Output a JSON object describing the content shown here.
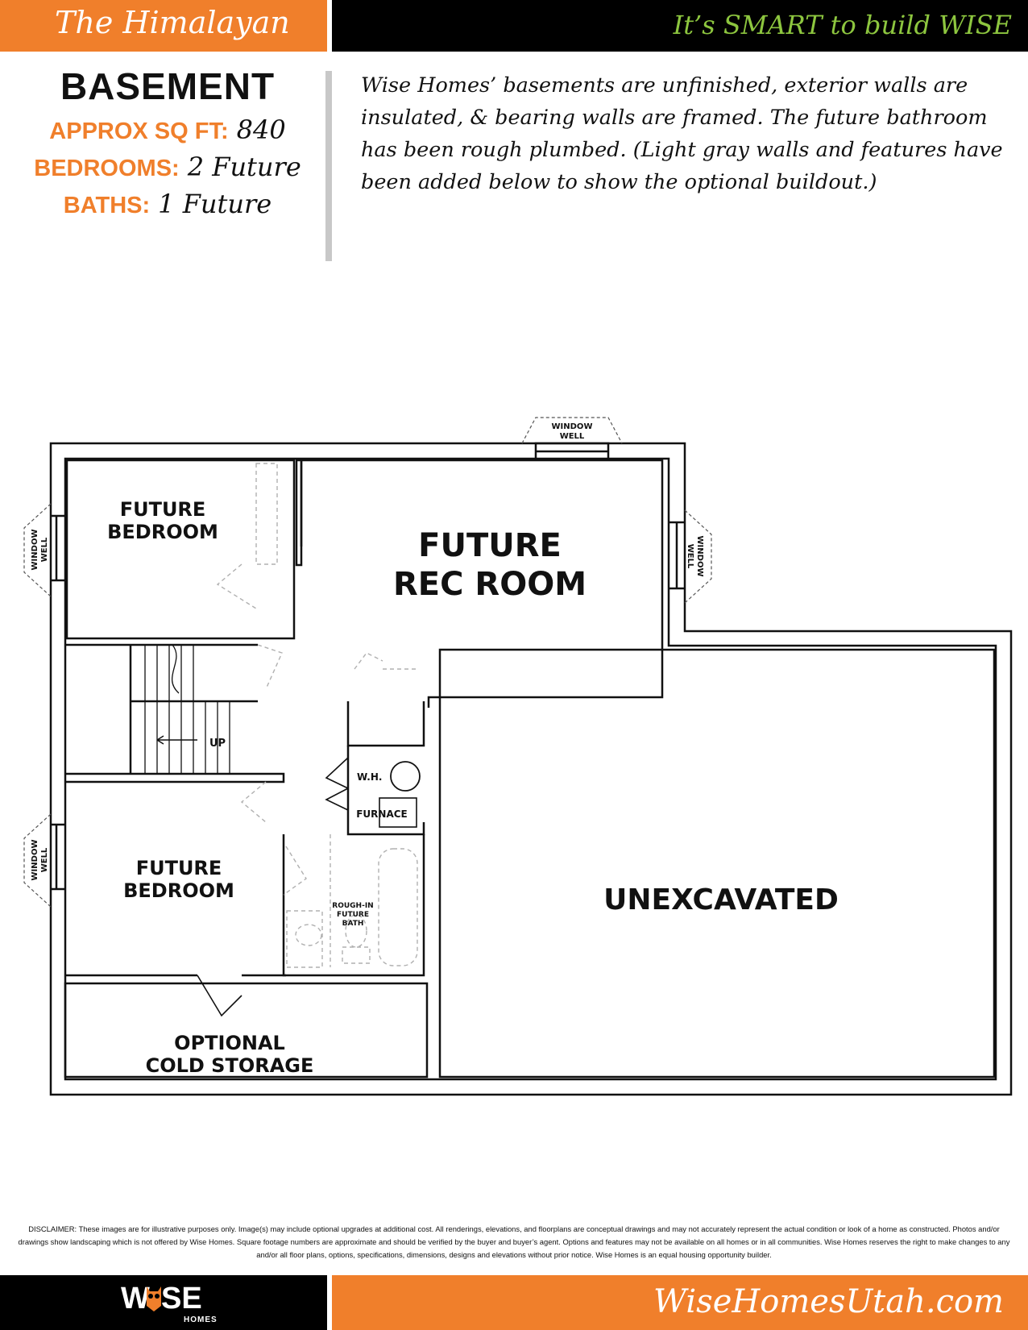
{
  "header": {
    "plan_title": "The Himalayan",
    "tagline": "It’s SMART to build WISE"
  },
  "level": "BASEMENT",
  "stats": [
    {
      "label": "APPROX SQ FT:",
      "value": "840"
    },
    {
      "label": "BEDROOMS:",
      "value": "2 Future"
    },
    {
      "label": "BATHS:",
      "value": "1 Future"
    }
  ],
  "description": "Wise Homes’ basements are unfinished, exterior walls are insulated, & bearing walls are framed. The future bathroom has been rough plumbed. (Light gray walls and features have been added below to show the optional buildout.)",
  "floorplan": {
    "rooms": {
      "bedroom_top": [
        "FUTURE",
        "BEDROOM"
      ],
      "rec_room": [
        "FUTURE",
        "REC ROOM"
      ],
      "bedroom_bottom": [
        "FUTURE",
        "BEDROOM"
      ],
      "cold_storage": [
        "OPTIONAL",
        "COLD STORAGE"
      ],
      "unexcavated": "UNEXCAVATED"
    },
    "window_well": [
      "WINDOW",
      "WELL"
    ],
    "stairs_label": "UP",
    "water_heater": "W.H.",
    "furnace": "FURNACE",
    "bath_rough_in": [
      "ROUGH-IN",
      "FUTURE",
      "BATH"
    ]
  },
  "disclaimer": "DISCLAIMER: These images are for illustrative purposes only. Image(s) may include optional upgrades at additional cost. All renderings, elevations, and floorplans are conceptual drawings and may not accurately represent the actual condition or look of a home as constructed.  Photos and/or drawings show landscaping which is not offered by Wise Homes. Square footage numbers are approximate and should be verified by the buyer and buyer’s agent. Options and features may not be available on all homes or in all communities. Wise Homes reserves the right to make changes to any and/or all floor plans, options, specifications, dimensions, designs and elevations without prior notice. Wise Homes is an equal housing opportunity builder.",
  "footer": {
    "logo_word_left": "W",
    "logo_word_right": "SE",
    "logo_sub": "HOMES",
    "website": "WiseHomesUtah.com"
  },
  "colors": {
    "brand_orange": "#f07f2b",
    "tagline_green": "#8dc63f",
    "black": "#000000",
    "optional_gray": "#b0b0b0"
  }
}
